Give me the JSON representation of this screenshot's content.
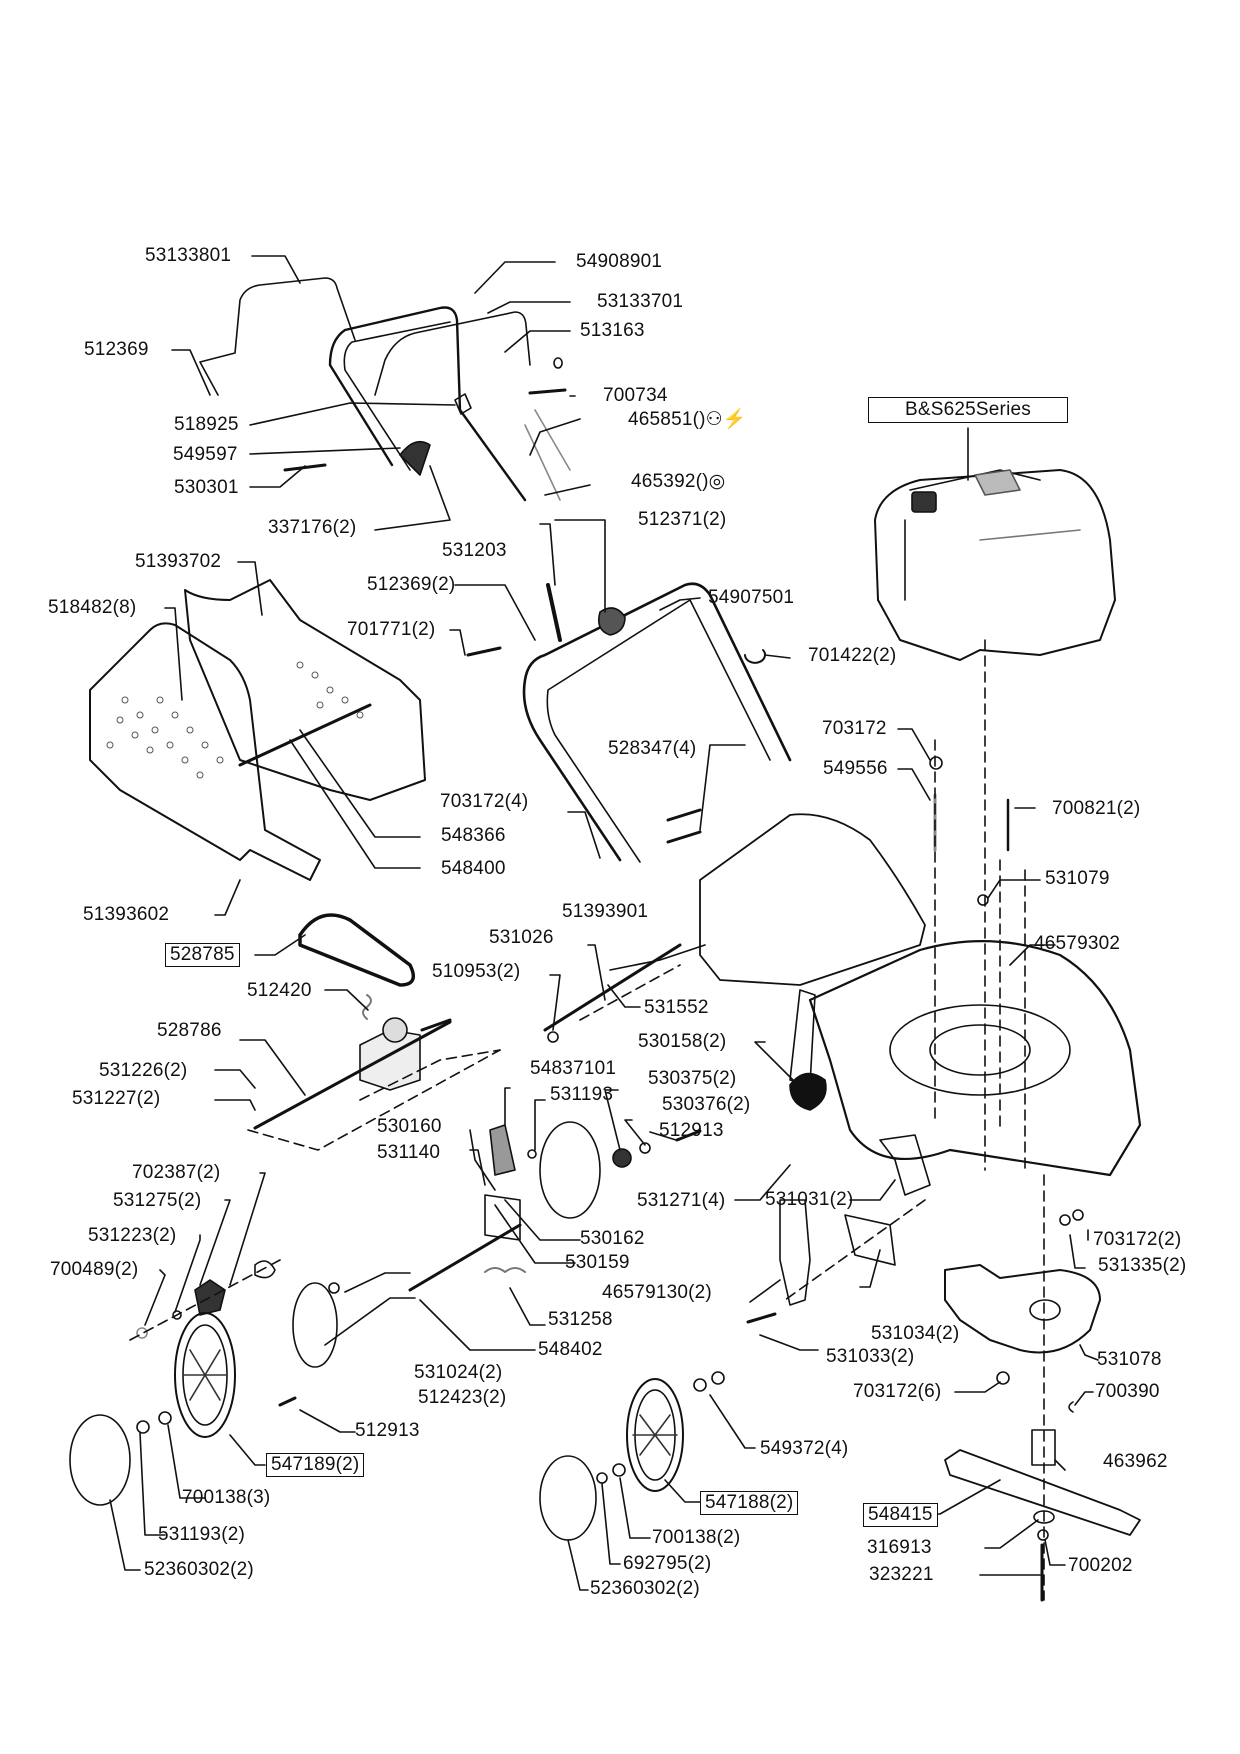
{
  "diagram": {
    "type": "exploded-parts-diagram",
    "subject": "lawn mower",
    "engine_label": "B&S625Series",
    "labels": [
      {
        "id": "l1",
        "text": "53133801",
        "boxed": false
      },
      {
        "id": "l2",
        "text": "54908901",
        "boxed": false
      },
      {
        "id": "l3",
        "text": "53133701",
        "boxed": false
      },
      {
        "id": "l4",
        "text": "513163",
        "boxed": false
      },
      {
        "id": "l5",
        "text": "512369",
        "boxed": false
      },
      {
        "id": "l6",
        "text": "700734",
        "boxed": false
      },
      {
        "id": "l7",
        "text": "518925",
        "boxed": false
      },
      {
        "id": "l8",
        "text": "465851()",
        "boxed": false,
        "icon": "engine-electric-icon"
      },
      {
        "id": "l9",
        "text": "549597",
        "boxed": false
      },
      {
        "id": "l10",
        "text": "465392()",
        "boxed": false,
        "icon": "spiral-icon"
      },
      {
        "id": "l11",
        "text": "530301",
        "boxed": false
      },
      {
        "id": "l12",
        "text": "337176(2)",
        "boxed": false
      },
      {
        "id": "l13",
        "text": "531203",
        "boxed": false
      },
      {
        "id": "l14",
        "text": "512371(2)",
        "boxed": false
      },
      {
        "id": "l15",
        "text": "51393702",
        "boxed": false
      },
      {
        "id": "l16",
        "text": "512369(2)",
        "boxed": false
      },
      {
        "id": "l17",
        "text": "54907501",
        "boxed": false
      },
      {
        "id": "l18",
        "text": "518482(8)",
        "boxed": false
      },
      {
        "id": "l19",
        "text": "701771(2)",
        "boxed": false
      },
      {
        "id": "l20",
        "text": "701422(2)",
        "boxed": false
      },
      {
        "id": "l21",
        "text": "703172",
        "boxed": false
      },
      {
        "id": "l22",
        "text": "528347(4)",
        "boxed": false
      },
      {
        "id": "l23",
        "text": "549556",
        "boxed": false
      },
      {
        "id": "l24",
        "text": "700821(2)",
        "boxed": false
      },
      {
        "id": "l25",
        "text": "703172(4)",
        "boxed": false
      },
      {
        "id": "l26",
        "text": "548366",
        "boxed": false
      },
      {
        "id": "l27",
        "text": "548400",
        "boxed": false
      },
      {
        "id": "l28",
        "text": "531079",
        "boxed": false
      },
      {
        "id": "l29",
        "text": "51393901",
        "boxed": false
      },
      {
        "id": "l30",
        "text": "51393602",
        "boxed": false
      },
      {
        "id": "l31",
        "text": "46579302",
        "boxed": false
      },
      {
        "id": "l32",
        "text": "528785",
        "boxed": true
      },
      {
        "id": "l33",
        "text": "531026",
        "boxed": false
      },
      {
        "id": "l34",
        "text": "510953(2)",
        "boxed": false
      },
      {
        "id": "l35",
        "text": "531552",
        "boxed": false
      },
      {
        "id": "l36",
        "text": "512420",
        "boxed": false
      },
      {
        "id": "l37",
        "text": "530158(2)",
        "boxed": false
      },
      {
        "id": "l38",
        "text": "528786",
        "boxed": false
      },
      {
        "id": "l39",
        "text": "54837101",
        "boxed": false
      },
      {
        "id": "l40",
        "text": "531226(2)",
        "boxed": false
      },
      {
        "id": "l41",
        "text": "531193",
        "boxed": false
      },
      {
        "id": "l42",
        "text": "530375(2)",
        "boxed": false
      },
      {
        "id": "l43",
        "text": "531227(2)",
        "boxed": false
      },
      {
        "id": "l44",
        "text": "530376(2)",
        "boxed": false
      },
      {
        "id": "l45",
        "text": "530160",
        "boxed": false
      },
      {
        "id": "l46",
        "text": "512913",
        "boxed": false
      },
      {
        "id": "l47",
        "text": "531140",
        "boxed": false
      },
      {
        "id": "l48",
        "text": "702387(2)",
        "boxed": false
      },
      {
        "id": "l49",
        "text": "531271(4)",
        "boxed": false
      },
      {
        "id": "l50",
        "text": "531031(2)",
        "boxed": false
      },
      {
        "id": "l51",
        "text": "531275(2)",
        "boxed": false
      },
      {
        "id": "l52",
        "text": "531223(2)",
        "boxed": false
      },
      {
        "id": "l53",
        "text": "530162",
        "boxed": false
      },
      {
        "id": "l54",
        "text": "703172(2)",
        "boxed": false
      },
      {
        "id": "l55",
        "text": "700489(2)",
        "boxed": false
      },
      {
        "id": "l56",
        "text": "530159",
        "boxed": false
      },
      {
        "id": "l57",
        "text": "531335(2)",
        "boxed": false
      },
      {
        "id": "l58",
        "text": "46579130(2)",
        "boxed": false
      },
      {
        "id": "l59",
        "text": "531258",
        "boxed": false
      },
      {
        "id": "l60",
        "text": "548402",
        "boxed": false
      },
      {
        "id": "l61",
        "text": "531034(2)",
        "boxed": false
      },
      {
        "id": "l62",
        "text": "531078",
        "boxed": false
      },
      {
        "id": "l63",
        "text": "531033(2)",
        "boxed": false
      },
      {
        "id": "l64",
        "text": "531024(2)",
        "boxed": false
      },
      {
        "id": "l65",
        "text": "703172(6)",
        "boxed": false
      },
      {
        "id": "l66",
        "text": "700390",
        "boxed": false
      },
      {
        "id": "l67",
        "text": "512423(2)",
        "boxed": false
      },
      {
        "id": "l68",
        "text": "512913",
        "boxed": false
      },
      {
        "id": "l69",
        "text": "549372(4)",
        "boxed": false
      },
      {
        "id": "l70",
        "text": "463962",
        "boxed": false
      },
      {
        "id": "l71",
        "text": "547189(2)",
        "boxed": true
      },
      {
        "id": "l72",
        "text": "547188(2)",
        "boxed": true
      },
      {
        "id": "l73",
        "text": "548415",
        "boxed": true
      },
      {
        "id": "l74",
        "text": "700138(3)",
        "boxed": false
      },
      {
        "id": "l75",
        "text": "316913",
        "boxed": false
      },
      {
        "id": "l76",
        "text": "700202",
        "boxed": false
      },
      {
        "id": "l77",
        "text": "531193(2)",
        "boxed": false
      },
      {
        "id": "l78",
        "text": "700138(2)",
        "boxed": false
      },
      {
        "id": "l79",
        "text": "323221",
        "boxed": false
      },
      {
        "id": "l80",
        "text": "692795(2)",
        "boxed": false
      },
      {
        "id": "l81",
        "text": "52360302(2)",
        "boxed": false
      },
      {
        "id": "l82",
        "text": "52360302(2)",
        "boxed": false
      }
    ]
  }
}
